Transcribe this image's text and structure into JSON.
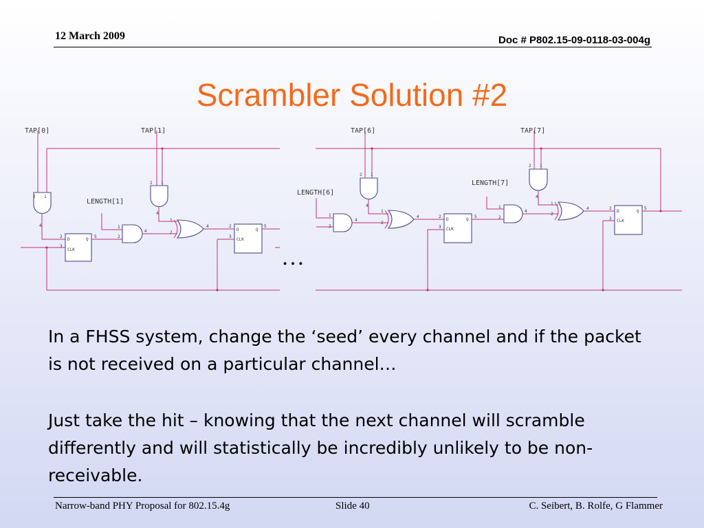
{
  "header": {
    "date": "12 March 2009",
    "doc_number": "Doc # P802.15-09-0118-03-004g"
  },
  "title": "Scrambler Solution #2",
  "diagram": {
    "labels": {
      "tap0": "TAP[0]",
      "tap1": "TAP[1]",
      "tap6": "TAP[6]",
      "tap7": "TAP[7]",
      "length1": "LENGTH[1]",
      "length6": "LENGTH[6]",
      "length7": "LENGTH[7]",
      "ellipsis": "…"
    },
    "ff": {
      "d": "D",
      "q": "Q",
      "clk": "CLK"
    },
    "pins": {
      "p1": "1",
      "p2": "2",
      "p3": "3",
      "p4": "4",
      "p5": "5"
    },
    "colors": {
      "wire": "#c0307a",
      "gate": "#4a4a8a",
      "title": "#f26a1b"
    }
  },
  "body": {
    "paragraph1": "In a FHSS system, change the ‘seed’ every channel and if the packet is not received on a particular channel…",
    "paragraph2": "Just take the hit – knowing that the next channel will scramble differently and will statistically be incredibly unlikely to be non-receivable."
  },
  "footer": {
    "left": "Narrow-band PHY Proposal for 802.15.4g",
    "slide": "Slide 40",
    "authors": "C. Seibert, B. Rolfe, G Flammer"
  }
}
